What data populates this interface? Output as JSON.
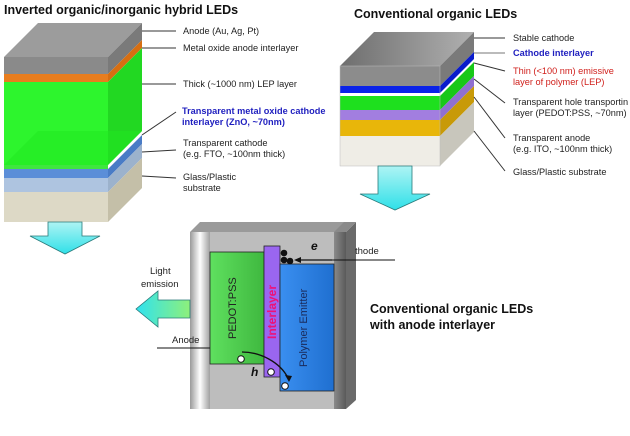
{
  "panels": {
    "inverted": {
      "title": "Inverted organic/inorganic hybrid LEDs",
      "layers": [
        {
          "name": "anode",
          "label": "Anode (Au, Ag, Pt)",
          "color": "#8c8c8c"
        },
        {
          "name": "metal-oxide-anode-interlayer",
          "label": "Metal oxide anode interlayer",
          "color": "#e87d1e"
        },
        {
          "name": "lep-layer",
          "label": "Thick (~1000 nm) LEP layer",
          "color": "#2af52a"
        },
        {
          "name": "cathode-interlayer",
          "label_line1": "Transparent metal oxide cathode",
          "label_line2": "interlayer (ZnO, ~70nm)",
          "color": "#5b8ed8"
        },
        {
          "name": "transparent-cathode",
          "label_line1": "Transparent cathode",
          "label_line2": "(e.g. FTO, ~100nm thick)",
          "color": "#aec4e0"
        },
        {
          "name": "substrate",
          "label_line1": "Glass/Plastic",
          "label_line2": "substrate",
          "color": "#ddd9c6"
        }
      ]
    },
    "conventional": {
      "title": "Conventional organic LEDs",
      "layers": [
        {
          "name": "stable-cathode",
          "label": "Stable cathode",
          "color": "#8a8a8a"
        },
        {
          "name": "cathode-interlayer",
          "label": "Cathode interlayer",
          "color": "#0a22e8"
        },
        {
          "name": "emissive-layer",
          "label_line1": "Thin (<100 nm) emissive",
          "label_line2": "layer of polymer (LEP)",
          "color": "#1ee01e"
        },
        {
          "name": "hole-transport-layer",
          "label_line1": "Transparent hole transportin",
          "label_line2": "layer (PEDOT:PSS, ~70nm)",
          "color": "#a27ee0"
        },
        {
          "name": "transparent-anode",
          "label_line1": "Transparent anode",
          "label_line2": "(e.g. ITO, ~100nm thick)",
          "color": "#e8b60a"
        },
        {
          "name": "substrate",
          "label": "Glass/Plastic substrate",
          "color": "#efede6"
        }
      ]
    },
    "band": {
      "title_line1": "Conventional organic LEDs",
      "title_line2": "with anode interlayer",
      "light_line1": "Light",
      "light_line2": "emission",
      "anode_label": "Anode",
      "cathode_label": "thode",
      "pedot_label": "PEDOT:PSS",
      "interlayer_label": "Interlayer",
      "emitter_label": "Polymer Emitter",
      "electron_label": "e",
      "hole_label": "h",
      "colors": {
        "pedot": "#4fd64f",
        "interlayer": "#9a66f0",
        "interlayer_text": "#ee1177",
        "emitter": "#2f86e8"
      }
    }
  }
}
